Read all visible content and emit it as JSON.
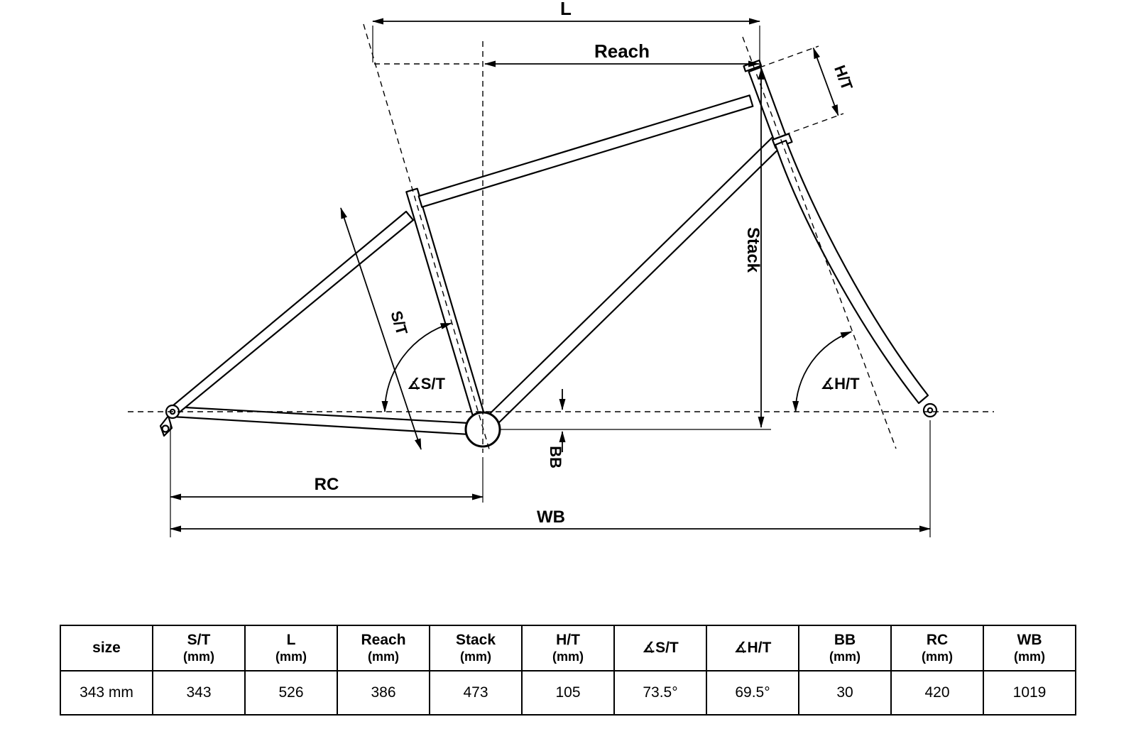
{
  "diagram": {
    "labels": {
      "l": "L",
      "reach": "Reach",
      "ht": "H/T",
      "stack": "Stack",
      "st": "S/T",
      "angle_st": "∡S/T",
      "angle_ht": "∡H/T",
      "bb": "BB",
      "rc": "RC",
      "wb": "WB"
    }
  },
  "table": {
    "columns": [
      {
        "label": "size",
        "unit": ""
      },
      {
        "label": "S/T",
        "unit": "(mm)"
      },
      {
        "label": "L",
        "unit": "(mm)"
      },
      {
        "label": "Reach",
        "unit": "(mm)"
      },
      {
        "label": "Stack",
        "unit": "(mm)"
      },
      {
        "label": "H/T",
        "unit": "(mm)"
      },
      {
        "label": "∡S/T",
        "unit": ""
      },
      {
        "label": "∡H/T",
        "unit": ""
      },
      {
        "label": "BB",
        "unit": "(mm)"
      },
      {
        "label": "RC",
        "unit": "(mm)"
      },
      {
        "label": "WB",
        "unit": "(mm)"
      }
    ],
    "row": [
      "343 mm",
      "343",
      "526",
      "386",
      "473",
      "105",
      "73.5°",
      "69.5°",
      "30",
      "420",
      "1019"
    ]
  },
  "colors": {
    "ink": "#000000",
    "background": "#ffffff"
  }
}
